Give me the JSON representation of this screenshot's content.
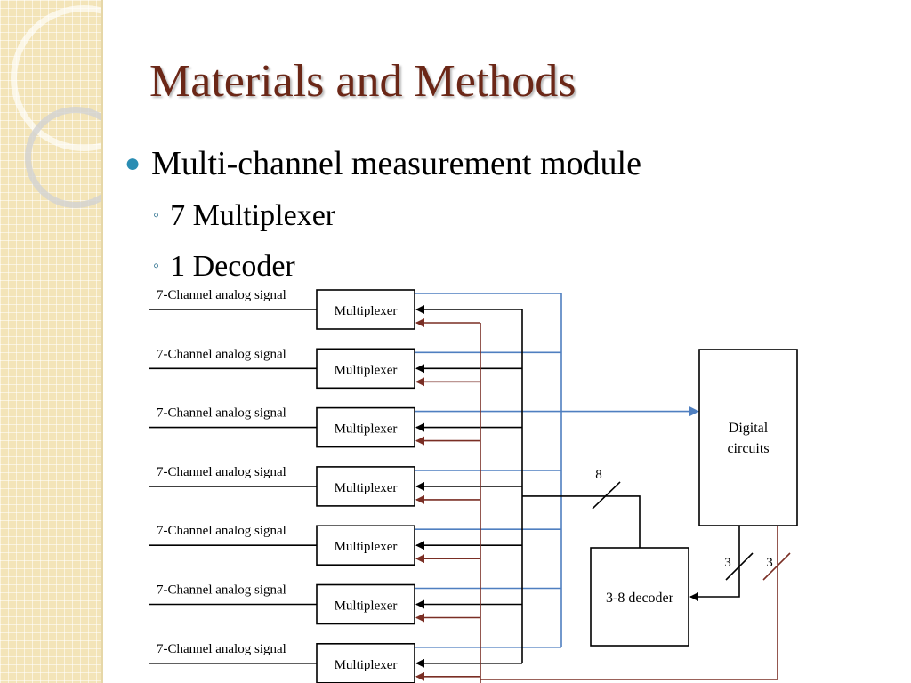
{
  "slide": {
    "title": "Materials and Methods",
    "bullets": [
      "Multi-channel measurement module",
      "7 Multiplexer",
      "1 Decoder"
    ]
  },
  "diagram": {
    "signal_label": "7-Channel analog signal",
    "mux_label": "Multiplexer",
    "mux_count": 7,
    "digital_label": [
      "Digital",
      "circuits"
    ],
    "decoder_label": "3-8 decoder",
    "bus_labels": {
      "decoder_select": "8",
      "ctrl_a": "3",
      "ctrl_b": "3"
    },
    "colors": {
      "blue_bus": "#4f7fc0",
      "red_bus": "#7a2e24",
      "black_bus": "#000000",
      "title": "#6b2717",
      "bullet": "#2a8db3"
    }
  }
}
